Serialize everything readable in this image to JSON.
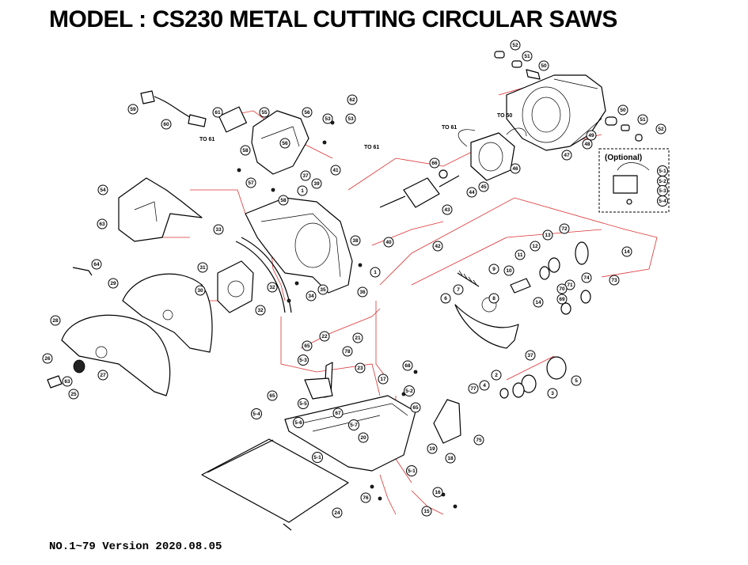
{
  "title": "MODEL : CS230  METAL CUTTING CIRCULAR SAWS",
  "footer": "NO.1~79  Version 2020.08.05",
  "optional_label": "(Optional)",
  "annotations": [
    {
      "id": "to61a",
      "text": "TO 61"
    },
    {
      "id": "to61b",
      "text": "TO 61"
    },
    {
      "id": "to61c",
      "text": "TO 61"
    },
    {
      "id": "to50",
      "text": "TO 50"
    }
  ],
  "callouts": [
    {
      "label": "52"
    },
    {
      "label": "51"
    },
    {
      "label": "50"
    },
    {
      "label": "62"
    },
    {
      "label": "53"
    },
    {
      "label": "49"
    },
    {
      "label": "48"
    },
    {
      "label": "47"
    },
    {
      "label": "50"
    },
    {
      "label": "51"
    },
    {
      "label": "52"
    },
    {
      "label": "59"
    },
    {
      "label": "60"
    },
    {
      "label": "61"
    },
    {
      "label": "55"
    },
    {
      "label": "56"
    },
    {
      "label": "53"
    },
    {
      "label": "56"
    },
    {
      "label": "58"
    },
    {
      "label": "57"
    },
    {
      "label": "37"
    },
    {
      "label": "41"
    },
    {
      "label": "39"
    },
    {
      "label": "1"
    },
    {
      "label": "58"
    },
    {
      "label": "46"
    },
    {
      "label": "66"
    },
    {
      "label": "44"
    },
    {
      "label": "45"
    },
    {
      "label": "43"
    },
    {
      "label": "54"
    },
    {
      "label": "63"
    },
    {
      "label": "33"
    },
    {
      "label": "38"
    },
    {
      "label": "40"
    },
    {
      "label": "42"
    },
    {
      "label": "72"
    },
    {
      "label": "13"
    },
    {
      "label": "14"
    },
    {
      "label": "12"
    },
    {
      "label": "11"
    },
    {
      "label": "10"
    },
    {
      "label": "9"
    },
    {
      "label": "73"
    },
    {
      "label": "74"
    },
    {
      "label": "71"
    },
    {
      "label": "70"
    },
    {
      "label": "69"
    },
    {
      "label": "14"
    },
    {
      "label": "64"
    },
    {
      "label": "29"
    },
    {
      "label": "31"
    },
    {
      "label": "30"
    },
    {
      "label": "32"
    },
    {
      "label": "34"
    },
    {
      "label": "35"
    },
    {
      "label": "36"
    },
    {
      "label": "1"
    },
    {
      "label": "32"
    },
    {
      "label": "7"
    },
    {
      "label": "8"
    },
    {
      "label": "6"
    },
    {
      "label": "28"
    },
    {
      "label": "26"
    },
    {
      "label": "27"
    },
    {
      "label": "63"
    },
    {
      "label": "25"
    },
    {
      "label": "22"
    },
    {
      "label": "21"
    },
    {
      "label": "65"
    },
    {
      "label": "78"
    },
    {
      "label": "23"
    },
    {
      "label": "5-3"
    },
    {
      "label": "37"
    },
    {
      "label": "5"
    },
    {
      "label": "2"
    },
    {
      "label": "4"
    },
    {
      "label": "3"
    },
    {
      "label": "77"
    },
    {
      "label": "17"
    },
    {
      "label": "68"
    },
    {
      "label": "5-2"
    },
    {
      "label": "65"
    },
    {
      "label": "5-5"
    },
    {
      "label": "5-6"
    },
    {
      "label": "5-4"
    },
    {
      "label": "5-1"
    },
    {
      "label": "67"
    },
    {
      "label": "5-7"
    },
    {
      "label": "20"
    },
    {
      "label": "65"
    },
    {
      "label": "75"
    },
    {
      "label": "19"
    },
    {
      "label": "18"
    },
    {
      "label": "5-1"
    },
    {
      "label": "76"
    },
    {
      "label": "16"
    },
    {
      "label": "15"
    },
    {
      "label": "24"
    },
    {
      "label": "5-1"
    },
    {
      "label": "5-2"
    },
    {
      "label": "5-3"
    },
    {
      "label": "5-4"
    }
  ]
}
